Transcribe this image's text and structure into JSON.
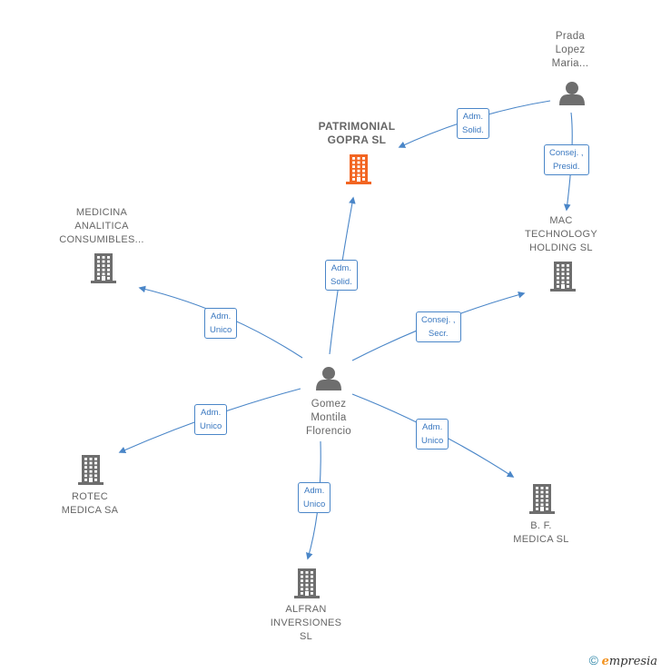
{
  "nodes": [
    {
      "id": "gomez",
      "type": "person",
      "lines": [
        "Gomez",
        "Montila",
        "Florencio"
      ]
    },
    {
      "id": "prada",
      "type": "person",
      "lines": [
        "Prada",
        "Lopez",
        "Maria..."
      ]
    },
    {
      "id": "patrimonial",
      "type": "company-focus",
      "lines": [
        "PATRIMONIAL",
        "GOPRA  SL"
      ]
    },
    {
      "id": "medicina",
      "type": "company",
      "lines": [
        "MEDICINA",
        "ANALITICA",
        "CONSUMIBLES..."
      ]
    },
    {
      "id": "mac",
      "type": "company",
      "lines": [
        "MAC",
        "TECHNOLOGY",
        "HOLDING  SL"
      ]
    },
    {
      "id": "rotec",
      "type": "company",
      "lines": [
        "ROTEC",
        "MEDICA SA"
      ]
    },
    {
      "id": "bf",
      "type": "company",
      "lines": [
        "B. F.",
        "MEDICA SL"
      ]
    },
    {
      "id": "alfran",
      "type": "company",
      "lines": [
        "ALFRAN",
        "INVERSIONES",
        "SL"
      ]
    }
  ],
  "edges": [
    {
      "from": "prada",
      "to": "patrimonial",
      "lines": [
        "Adm.",
        "Solid."
      ]
    },
    {
      "from": "prada",
      "to": "mac",
      "lines": [
        "Consej. ,",
        "Presid."
      ]
    },
    {
      "from": "gomez",
      "to": "patrimonial",
      "lines": [
        "Adm.",
        "Solid."
      ]
    },
    {
      "from": "gomez",
      "to": "medicina",
      "lines": [
        "Adm.",
        "Unico"
      ]
    },
    {
      "from": "gomez",
      "to": "mac",
      "lines": [
        "Consej. ,",
        "Secr."
      ]
    },
    {
      "from": "gomez",
      "to": "rotec",
      "lines": [
        "Adm.",
        "Unico"
      ]
    },
    {
      "from": "gomez",
      "to": "bf",
      "lines": [
        "Adm.",
        "Unico"
      ]
    },
    {
      "from": "gomez",
      "to": "alfran",
      "lines": [
        "Adm.",
        "Unico"
      ]
    }
  ],
  "footer": {
    "copyright": "©",
    "brand_initial": "e",
    "brand_rest": "mpresia"
  },
  "colors": {
    "edge": "#4a86c8",
    "company": "#6e6e6e",
    "focus": "#f26522",
    "person": "#6e6e6e"
  }
}
